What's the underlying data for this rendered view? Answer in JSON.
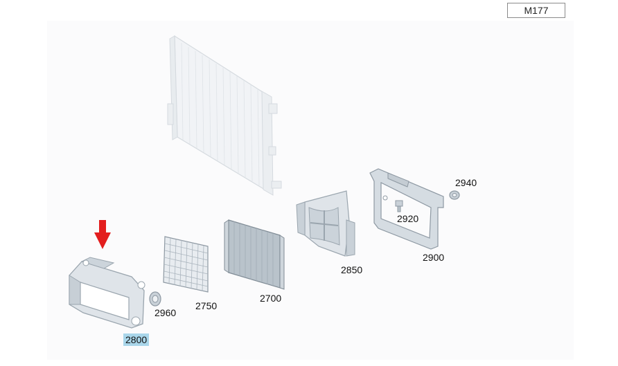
{
  "engine_code": "M177",
  "parts": [
    {
      "number": "2800",
      "highlighted": true
    },
    {
      "number": "2960",
      "highlighted": false
    },
    {
      "number": "2750",
      "highlighted": false
    },
    {
      "number": "2700",
      "highlighted": false
    },
    {
      "number": "2850",
      "highlighted": false
    },
    {
      "number": "2920",
      "highlighted": false
    },
    {
      "number": "2900",
      "highlighted": false
    },
    {
      "number": "2940",
      "highlighted": false
    }
  ],
  "colors": {
    "part_fill": "#dfe4e9",
    "part_stroke": "#9aa5ae",
    "part_dark": "#bcc6ce",
    "highlight": "#a9d6ea",
    "arrow": "#e31e1e"
  }
}
